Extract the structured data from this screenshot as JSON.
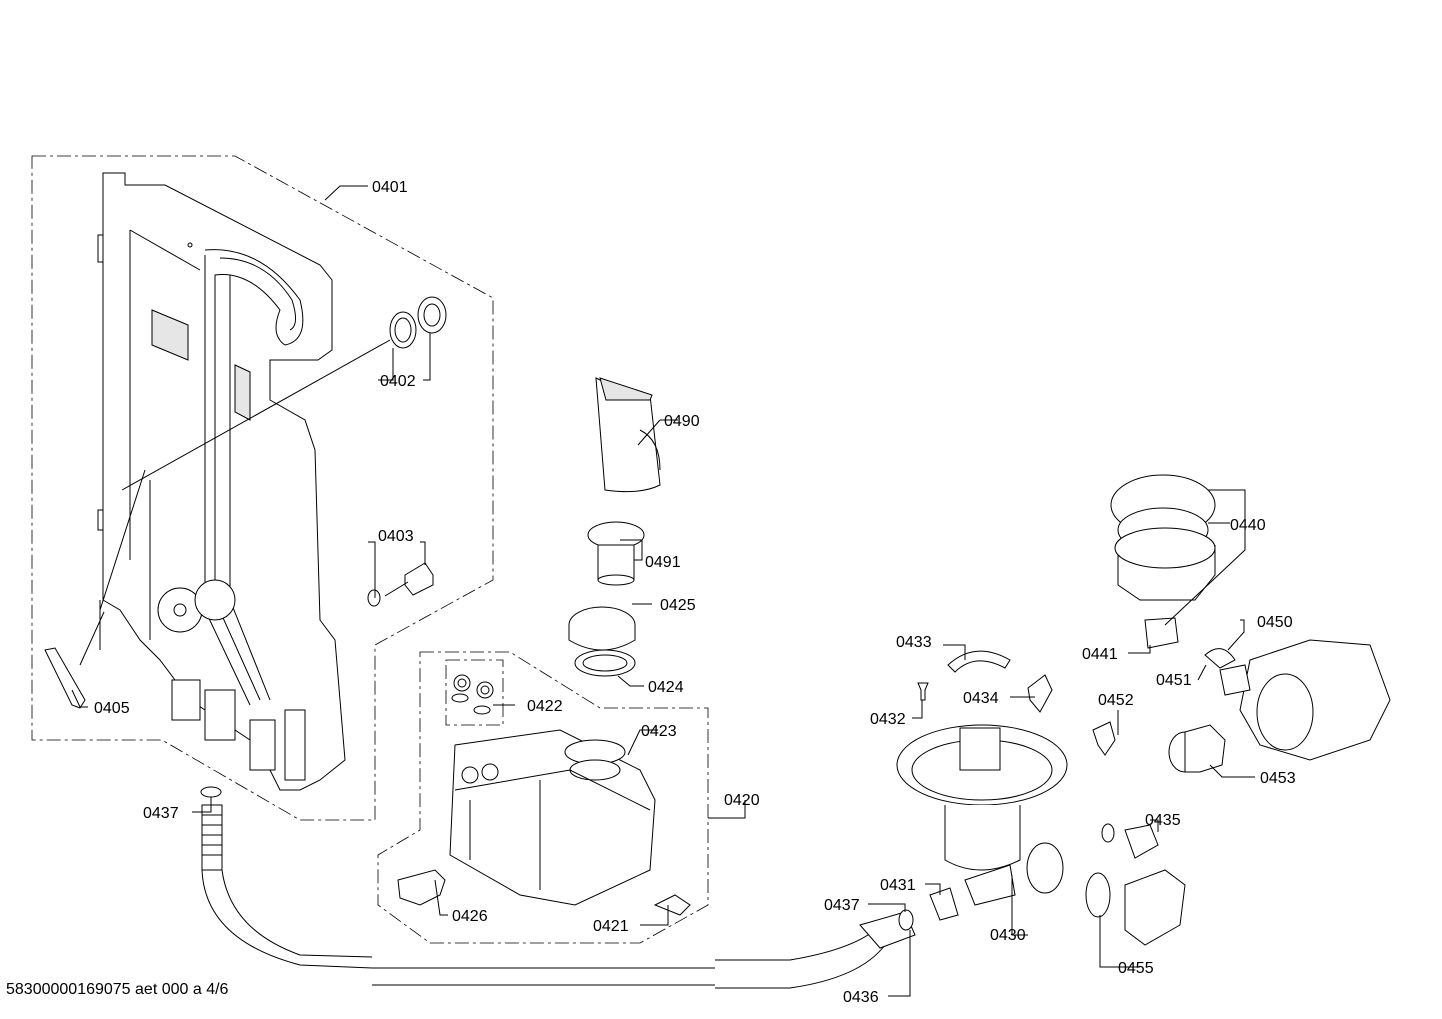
{
  "document_id": "58300000169075 aet 000 a 4/6",
  "part_numbers": {
    "p0401": "0401",
    "p0402": "0402",
    "p0403": "0403",
    "p0405": "0405",
    "p0437a": "0437",
    "p0490": "0490",
    "p0491": "0491",
    "p0425": "0425",
    "p0424": "0424",
    "p0422": "0422",
    "p0423": "0423",
    "p0420": "0420",
    "p0426": "0426",
    "p0421": "0421",
    "p0433": "0433",
    "p0434": "0434",
    "p0432": "0432",
    "p0431": "0431",
    "p0437b": "0437",
    "p0436": "0436",
    "p0430": "0430",
    "p0440": "0440",
    "p0441": "0441",
    "p0450": "0450",
    "p0451": "0451",
    "p0452": "0452",
    "p0453": "0453",
    "p0435": "0435",
    "p0455": "0455"
  }
}
